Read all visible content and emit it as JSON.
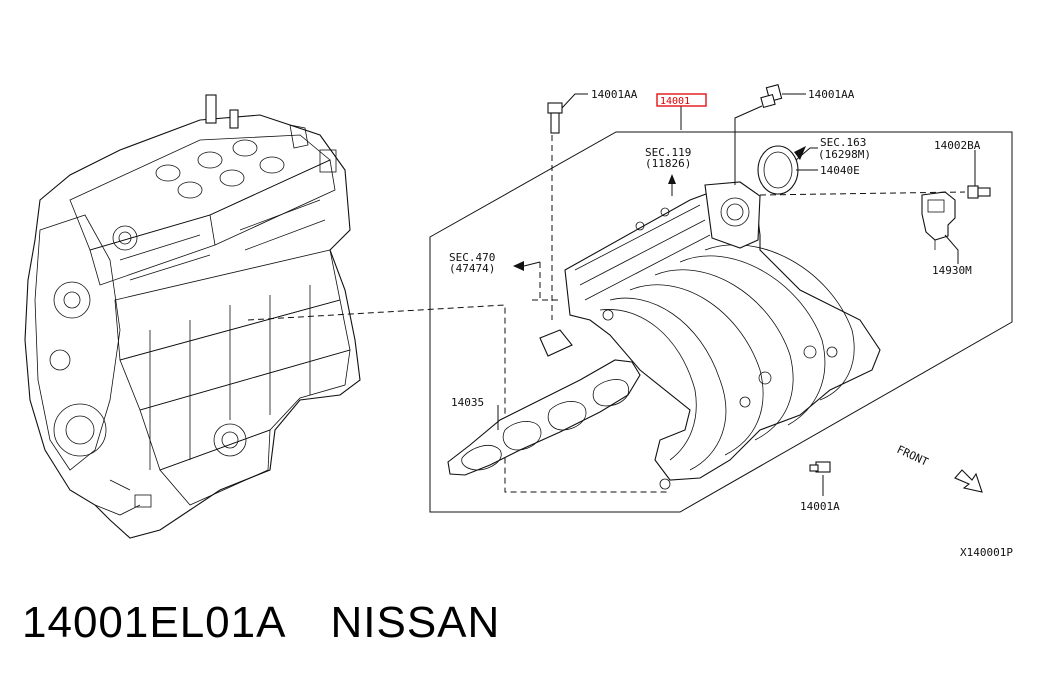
{
  "labels": {
    "bolt_top": "14001AA",
    "bolt_right": "14001AA",
    "highlight_part": "14001",
    "sec119_ref": "SEC.119",
    "sec119_num": "(11826)",
    "sec163_ref": "SEC.163",
    "sec163_num": "(16298M)",
    "gasket_ring": "14040E",
    "bolt_sensor": "14002BA",
    "sensor": "14930M",
    "sec470_ref": "SEC.470",
    "sec470_num": "(47474)",
    "gasket_intake": "14035",
    "bolt_bottom": "14001A",
    "front": "FRONT",
    "diagram_code": "X140001P"
  },
  "caption": {
    "part_number": "14001EL01A",
    "brand": "NISSAN"
  },
  "colors": {
    "highlight": "#e00000",
    "line": "#111111"
  }
}
